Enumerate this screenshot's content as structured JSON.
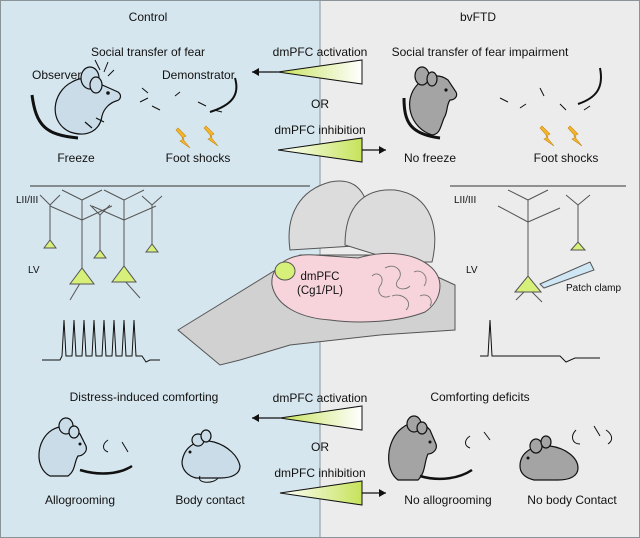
{
  "panels": {
    "left_title": "Control",
    "right_title": "bvFTD"
  },
  "fear": {
    "left_title": "Social transfer of fear",
    "right_title": "Social transfer of fear impairment",
    "activation": "dmPFC activation",
    "or": "OR",
    "inhibition": "dmPFC inhibition",
    "observer": "Observer",
    "demonstrator": "Demonstrator",
    "freeze": "Freeze",
    "foot_shocks_left": "Foot shocks",
    "no_freeze": "No freeze",
    "foot_shocks_right": "Foot shocks"
  },
  "neurons": {
    "left_layer_top": "LII/III",
    "left_layer_bottom": "LV",
    "right_layer_top": "LII/III",
    "right_layer_bottom": "LV",
    "patch_clamp": "Patch clamp"
  },
  "brain": {
    "region_line1": "dmPFC",
    "region_line2": "(Cg1/PL)"
  },
  "comfort": {
    "left_title": "Distress-induced comforting",
    "right_title": "Comforting deficits",
    "activation": "dmPFC activation",
    "or": "OR",
    "inhibition": "dmPFC inhibition",
    "allogrooming": "Allogrooming",
    "body_contact": "Body contact",
    "no_allogrooming": "No allogrooming",
    "no_body_contact": "No body Contact"
  },
  "colors": {
    "control_bg": "#d6e6ee",
    "bvftd_bg": "#ececec",
    "mouse_control": "#c9dce8",
    "mouse_bvftd": "#a4a4a4",
    "neuron": "#d6f07a",
    "brain_region": "#f7d4dc",
    "shock": "#f7b52c"
  }
}
